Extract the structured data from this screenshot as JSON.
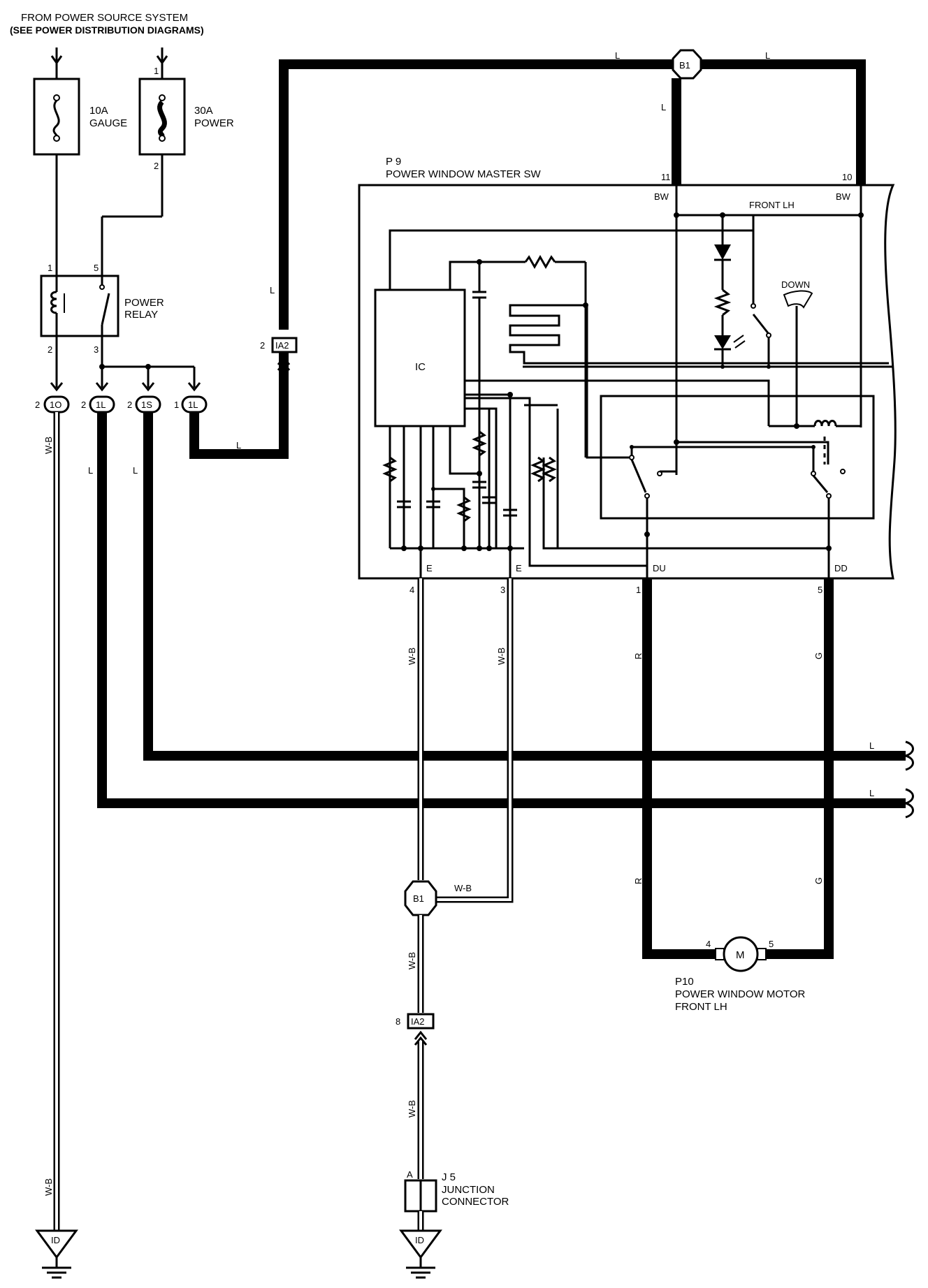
{
  "header": {
    "line1": "FROM POWER SOURCE SYSTEM",
    "line2": "(SEE POWER DISTRIBUTION DIAGRAMS)"
  },
  "fuse_gauge": {
    "rating": "10A",
    "name": "GAUGE"
  },
  "fuse_power": {
    "rating": "30A",
    "name": "POWER",
    "pin_in": "1",
    "pin_out": "2"
  },
  "power_relay": {
    "name1": "POWER",
    "name2": "RELAY",
    "pin1": "1",
    "pin5": "5",
    "pin2": "2",
    "pin3": "3"
  },
  "ground_connectors": {
    "c1": {
      "label": "1O",
      "pin": "2"
    },
    "c2": {
      "label": "1L",
      "pin": "2"
    },
    "c3": {
      "label": "1S",
      "pin": "2"
    },
    "c4": {
      "label": "1L",
      "pin": "1"
    }
  },
  "ia2_top": {
    "label": "IA2",
    "pin": "2"
  },
  "ia2_bottom": {
    "label": "IA2",
    "pin": "8"
  },
  "b1_top": {
    "label": "B1"
  },
  "b1_bottom": {
    "label": "B1"
  },
  "master_switch": {
    "code": "P 9",
    "name": "POWER WINDOW MASTER SW",
    "pin11": "11",
    "pin10": "10",
    "bw1": "BW",
    "bw2": "BW",
    "front_lh": "FRONT LH",
    "down": "DOWN",
    "ic": "IC",
    "e1": "E",
    "e2": "E",
    "du": "DU",
    "dd": "DD",
    "pin4": "4",
    "pin3": "3",
    "pin1": "1",
    "pin5": "5"
  },
  "motor": {
    "code": "P10",
    "name1": "POWER WINDOW MOTOR",
    "name2": "FRONT LH",
    "symbol": "M",
    "pin4": "4",
    "pin5": "5"
  },
  "junction": {
    "code": "J 5",
    "name1": "JUNCTION",
    "name2": "CONNECTOR",
    "pin": "A"
  },
  "grounds": {
    "g1": "ID",
    "g2": "ID"
  },
  "wire_colors": {
    "l": "L",
    "wb": "W-B",
    "r": "R",
    "g": "G"
  }
}
